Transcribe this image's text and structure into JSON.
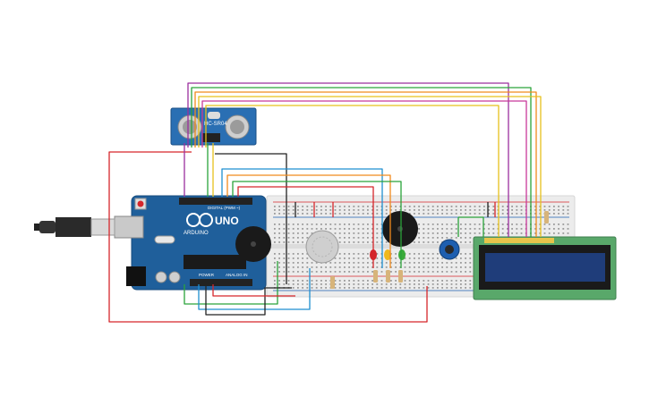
{
  "sensor": {
    "label": "HC-SR04"
  },
  "arduino": {
    "brand": "ARDUINO",
    "model": "UNO",
    "digital_label": "DIGITAL (PWM ~)",
    "power_label": "POWER",
    "analog_label": "ANALOG IN"
  },
  "colors": {
    "background": "#ffffff",
    "board_blue": "#1f5f9b",
    "breadboard": "#ededed",
    "lcd_green": "#59a86a",
    "lcd_screen": "#1f3d7a",
    "wire_red": "#d6262b",
    "wire_black": "#222222",
    "wire_green": "#2aa33a",
    "wire_blue": "#1e8fd0",
    "wire_orange": "#f08a1c",
    "wire_yellow": "#e6c11c",
    "wire_purple": "#9b2f9e",
    "wire_pink": "#c8389a",
    "led_red": "#d3252a",
    "led_yellow": "#f0b81c",
    "led_green": "#3aaa3a"
  },
  "icons": {
    "usb": "usb-cable-icon",
    "power_jack": "dc-jack-icon",
    "arduino_logo": "infinity-logo-icon"
  }
}
